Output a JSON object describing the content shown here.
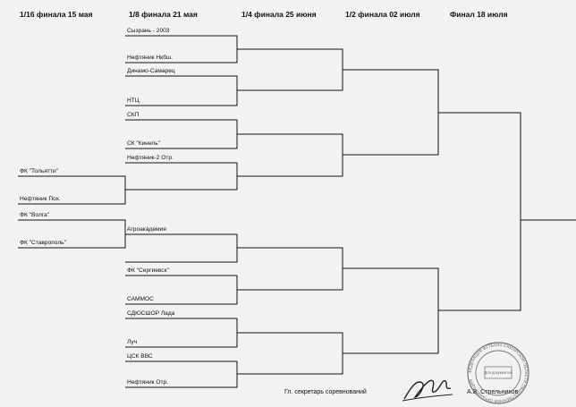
{
  "rounds": [
    {
      "label": "1/16 финала  15 мая"
    },
    {
      "label": "1/8 финала   21 мая"
    },
    {
      "label": "1/4 финала  25 июня"
    },
    {
      "label": "1/2 финала  02 июля"
    },
    {
      "label": "Финал  18 июля"
    }
  ],
  "teams_r16": [
    "ФК \"Тольятти\"",
    "Нефтяник Пох.",
    "ФК \"Волга\"",
    "ФК \"Ставрополь\""
  ],
  "teams_r8": [
    "Сызрань - 2003",
    "Нефтяник Нкбш.",
    "Динамо-Самарец",
    "НТЦ",
    "СКП",
    "СК \"Кинель\"",
    "Нефтяник-2  Отр.",
    "",
    "",
    "Агроакадемия",
    "ФК \"Сергиевск\"",
    "САММОС",
    "СДЮСШОР  Лада",
    "Луч",
    "ЦСК ВВС",
    "Нефтяник  Отр."
  ],
  "footer": {
    "secretary_label": "Гл. секретарь соревнований",
    "secretary_name": "А.В. Стрельников"
  },
  "stamp": {
    "ring_text": "ФЕДЕРАЦИЯ ФУТБОЛА САМАРСКОЙ ОБЛАСТИ ОБЩЕСТВЕННАЯ ОРГАНИЗАЦИЯ",
    "center_text": "Для документов"
  }
}
